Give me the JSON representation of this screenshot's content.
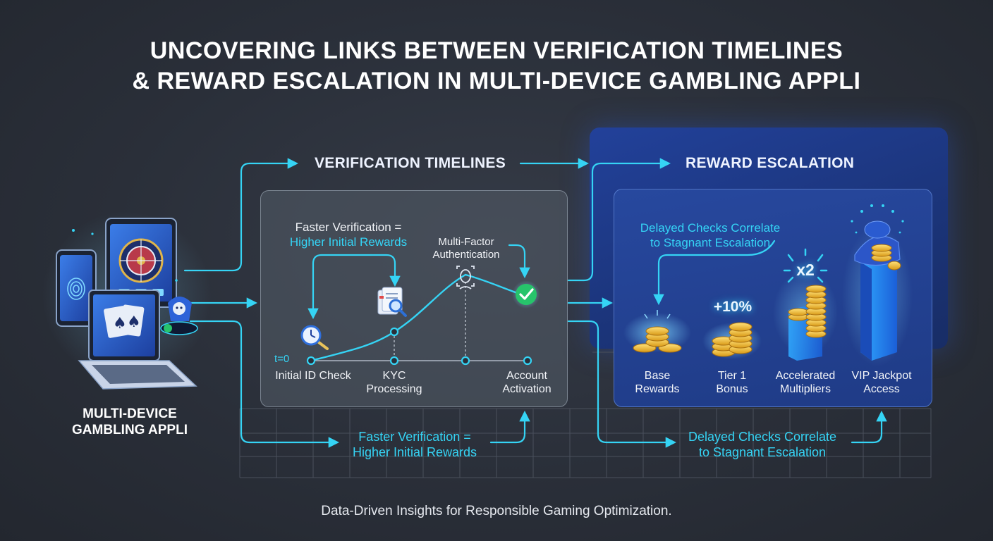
{
  "title": {
    "line1": "UNCOVERING LINKS BETWEEN VERIFICATION TIMELINES",
    "line2": "& REWARD ESCALATION IN MULTI-DEVICE GAMBLING APPLI"
  },
  "devices": {
    "label_line1": "MULTI-DEVICE",
    "label_line2": "GAMBLING APPLI"
  },
  "verification": {
    "header": "VERIFICATION TIMELINES",
    "callout_line1": "Faster Verification =",
    "callout_line2": "Higher Initial Rewards",
    "mfa_line1": "Multi-Factor",
    "mfa_line2": "Authentication",
    "t0": "t=0",
    "steps": [
      {
        "line1": "Initial ID Check",
        "line2": ""
      },
      {
        "line1": "KYC",
        "line2": "Processing"
      },
      {
        "line1": "Account",
        "line2": "Activation"
      }
    ],
    "bottom_line1": "Faster Verification =",
    "bottom_line2": "Higher Initial Rewards"
  },
  "reward": {
    "header": "REWARD ESCALATION",
    "callout_line1": "Delayed Checks Correlate",
    "callout_line2": "to Stagnant Escalation",
    "tier_bonus": "+10%",
    "multiplier": "x2",
    "tiers": [
      {
        "line1": "Base",
        "line2": "Rewards"
      },
      {
        "line1": "Tier 1",
        "line2": "Bonus"
      },
      {
        "line1": "Accelerated",
        "line2": "Multipliers"
      },
      {
        "line1": "VIP Jackpot",
        "line2": "Access"
      }
    ],
    "bottom_line1": "Delayed Checks Correlate",
    "bottom_line2": "to Stagnant Escalation"
  },
  "footer": "Data-Driven Insights for Responsible Gaming Optimization.",
  "colors": {
    "background": "#2a2f39",
    "accent_cyan": "#35d4f5",
    "panel_blue": "#1f3b86",
    "gold": "#f2c33a",
    "check_green": "#27c46b"
  }
}
